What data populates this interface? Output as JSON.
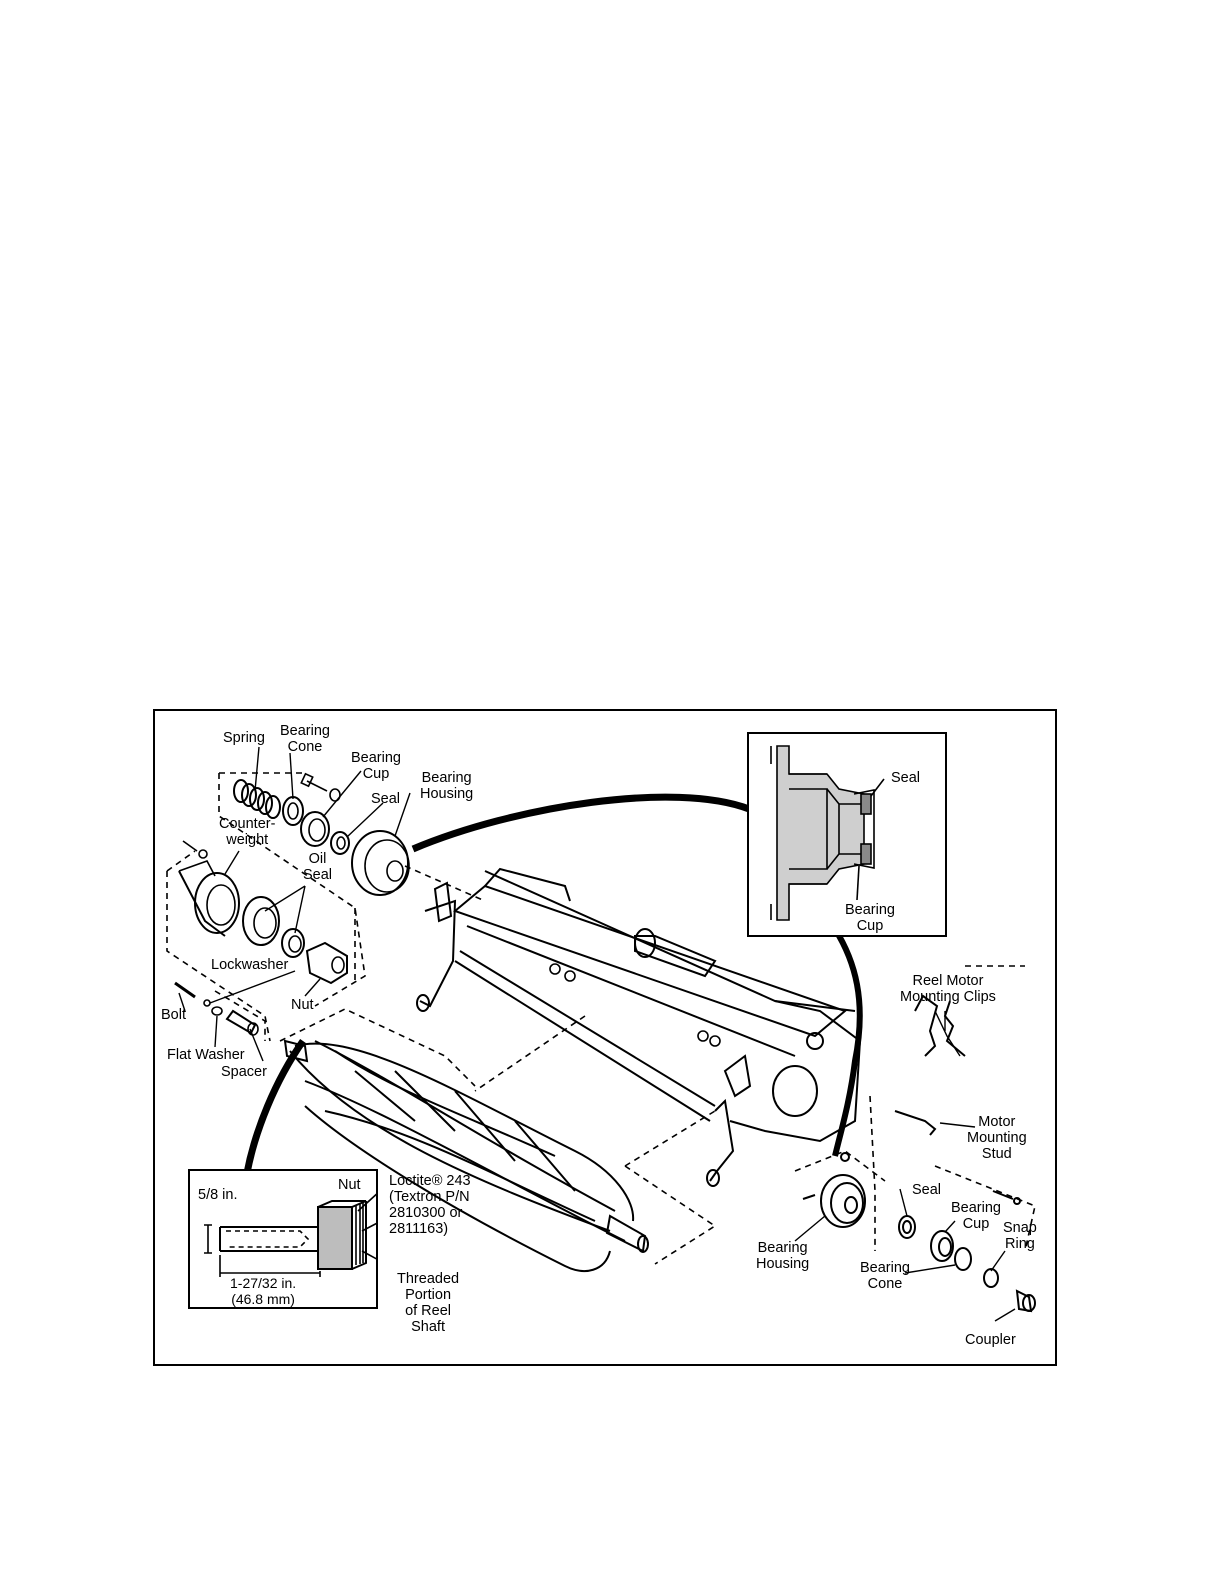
{
  "labels": {
    "spring": "Spring",
    "bearing_cone_left": "Bearing\nCone",
    "bearing_cup_left": "Bearing\nCup",
    "bearing_housing_left": "Bearing\nHousing",
    "seal_left": "Seal",
    "counterweight": "Counter-\nweight",
    "oil_seal": "Oil\nSeal",
    "lockwasher": "Lockwasher",
    "nut": "Nut",
    "bolt": "Bolt",
    "flat_washer": "Flat Washer",
    "spacer": "Spacer",
    "reel_motor_clips": "Reel Motor\nMounting Clips",
    "motor_stud": "Motor\nMounting\nStud",
    "seal_right": "Seal",
    "bearing_cup_right": "Bearing\nCup",
    "snap_ring": "Snap\nRing",
    "bearing_housing_right": "Bearing\nHousing",
    "bearing_cone_right": "Bearing\nCone",
    "coupler": "Coupler"
  },
  "inset_top": {
    "seal": "Seal",
    "bearing_cup": "Bearing\nCup"
  },
  "inset_bottom": {
    "dim_5_8": "5/8 in.",
    "nut": "Nut",
    "loctite": "Loctite® 243\n(Textron P/N\n2810300 or\n2811163)",
    "dim_length": "1-27/32 in.\n(46.8 mm)",
    "threaded": "Threaded\nPortion\nof Reel\nShaft"
  }
}
